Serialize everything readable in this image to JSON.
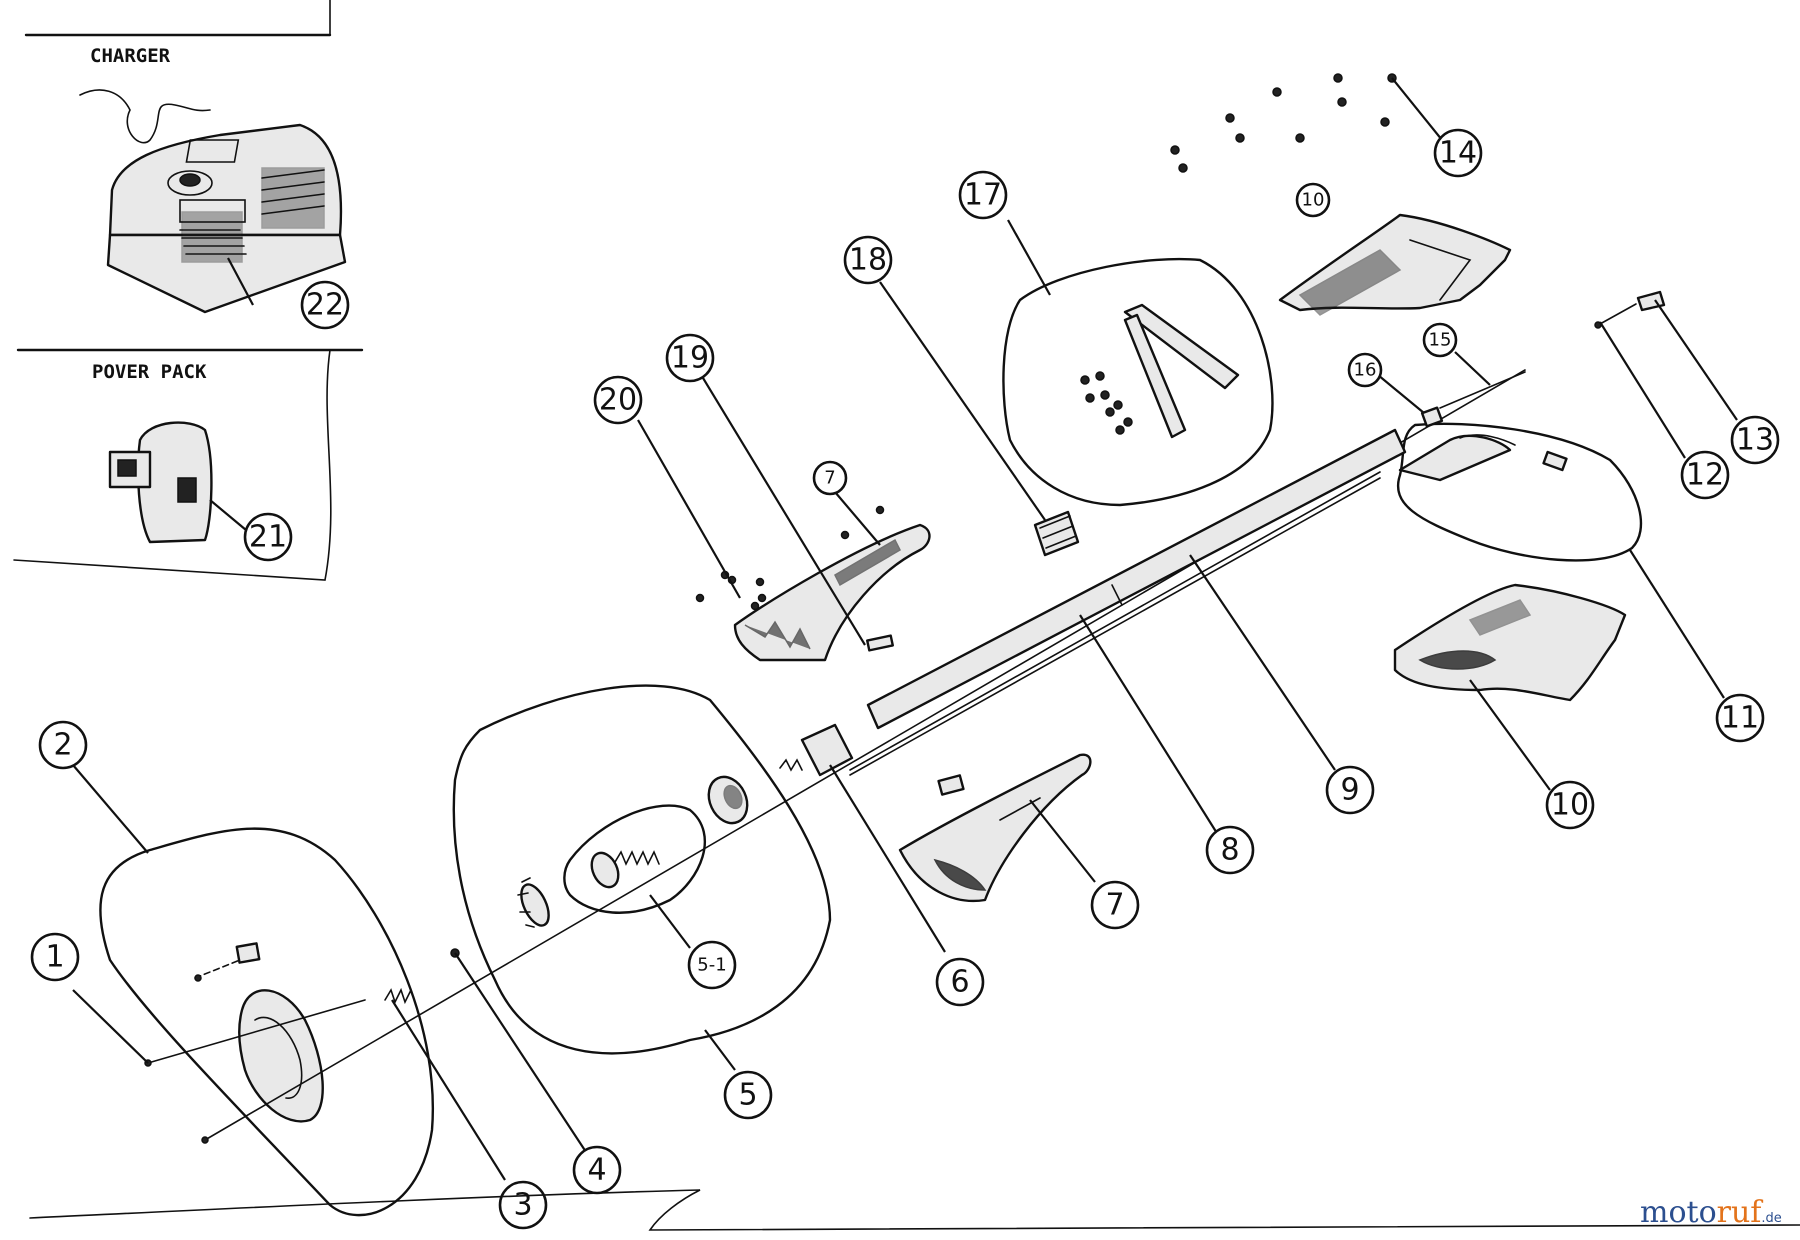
{
  "inset_labels": {
    "charger": "CHARGER",
    "power_pack": "POVER PACK"
  },
  "callouts": [
    "1",
    "2",
    "3",
    "4",
    "5",
    "5-1",
    "6",
    "7",
    "7",
    "8",
    "9",
    "10",
    "10",
    "11",
    "12",
    "13",
    "14",
    "15",
    "16",
    "17",
    "18",
    "19",
    "20",
    "21",
    "22"
  ],
  "watermark": {
    "part1": "moto",
    "part2": "ruf",
    "part3": ".de"
  }
}
